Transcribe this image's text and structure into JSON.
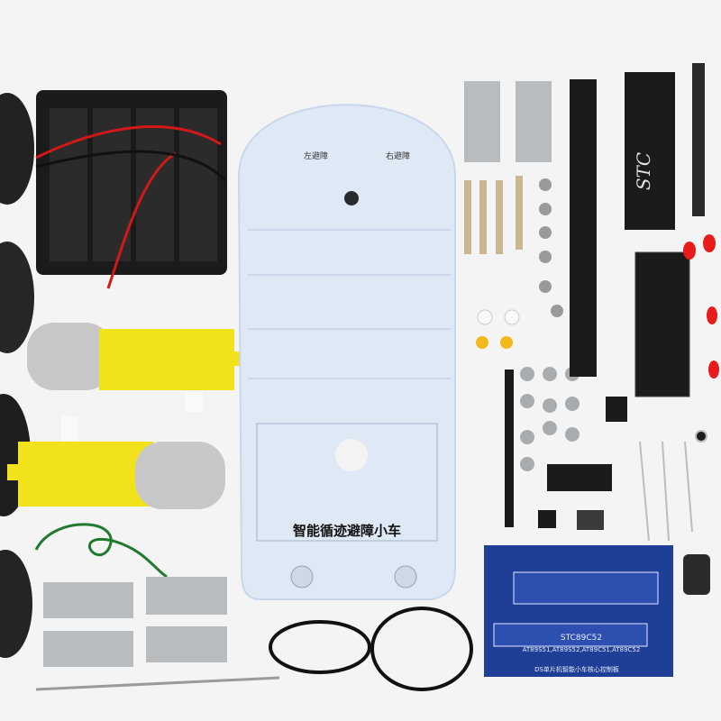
{
  "photo": {
    "subject": "",
    "background_color": "#f4f4f4"
  },
  "chassis": {
    "title": "智能循迹避障小车",
    "marks": {
      "left_sensor": "左避障",
      "right_sensor": "右避障"
    }
  },
  "control_board": {
    "chip": "STC89C52",
    "compat_line": "AT89S51,AT89S52,AT89C51,AT89C52",
    "footer": "DS单片机智能小车核心控制板"
  },
  "mcu": {
    "brand": "STC"
  },
  "colors": {
    "pcb_white": "#dfe9f6",
    "pcb_blue": "#1f3f96",
    "motor_yellow": "#f2e21c",
    "battery_black": "#1b1b1b",
    "led_red": "#e81b1b",
    "wire_green": "#1f7a2e",
    "metal": "#b9bcbf"
  }
}
